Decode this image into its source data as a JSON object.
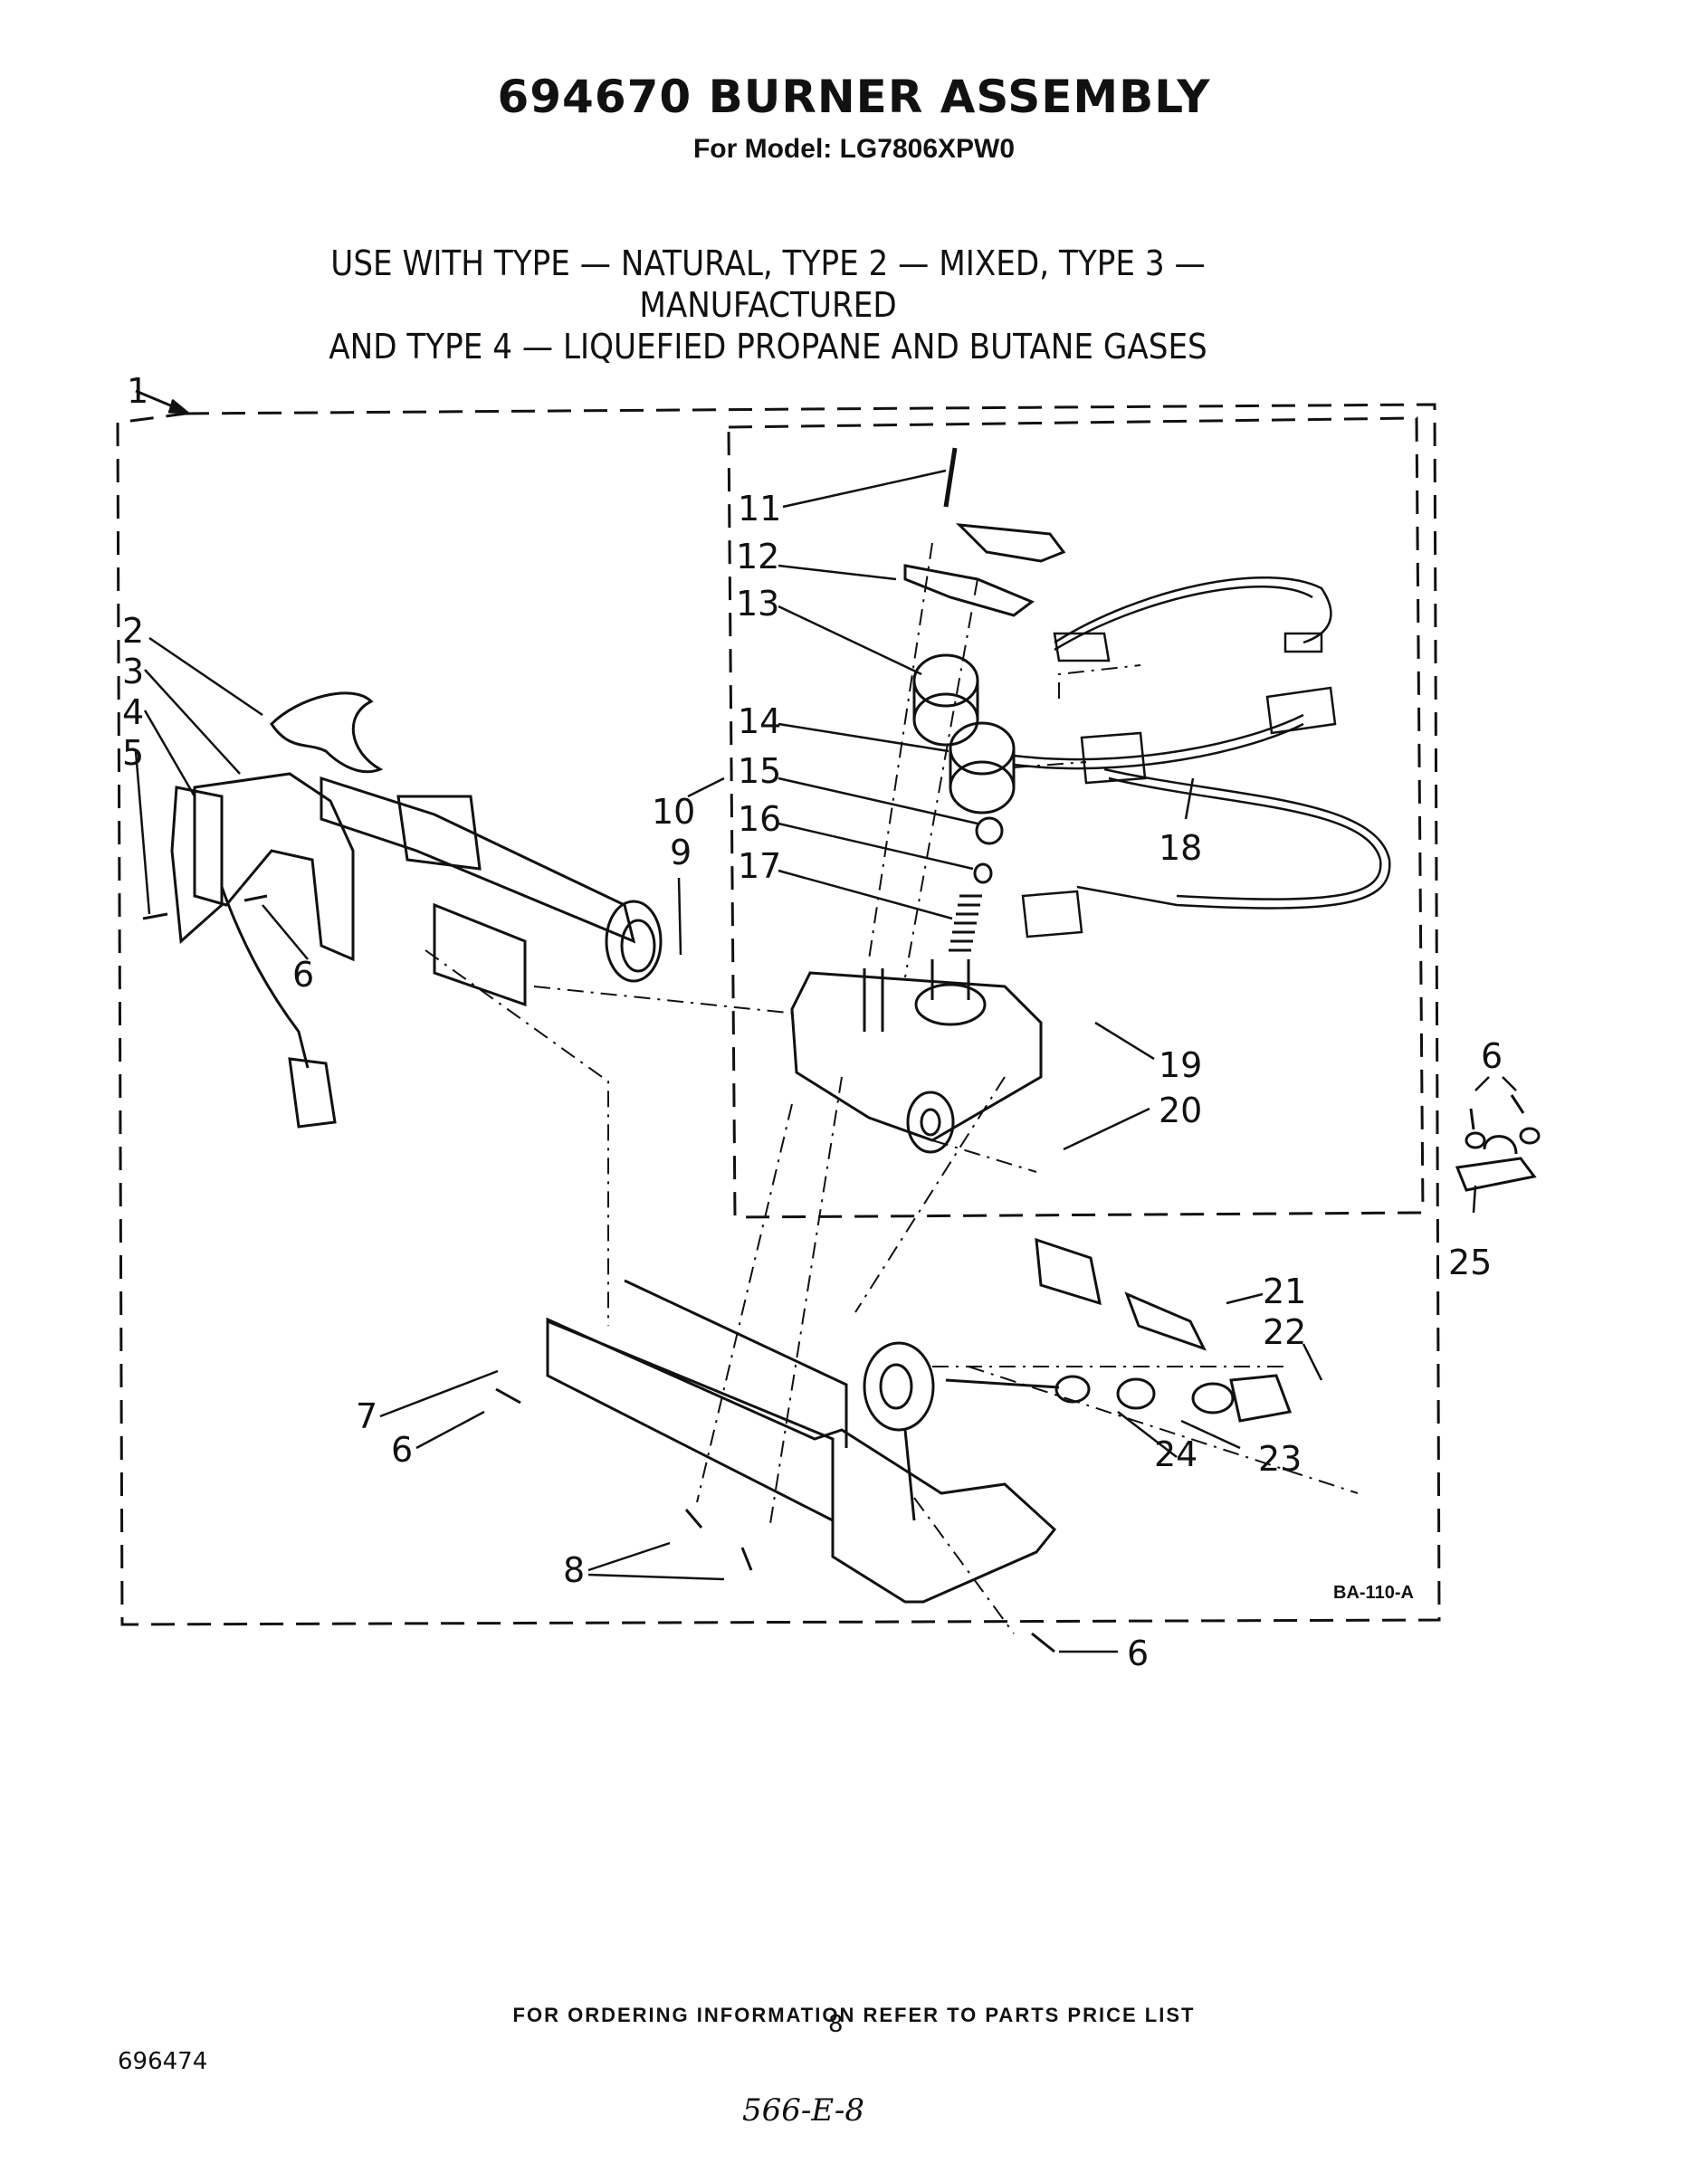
{
  "title": "694670 BURNER ASSEMBLY",
  "subtitle": "For Model: LG7806XPW0",
  "use_with": {
    "line1": "USE WITH TYPE  — NATURAL, TYPE 2 — MIXED, TYPE 3 — MANUFACTURED",
    "line2": "AND TYPE 4 — LIQUEFIED PROPANE AND BUTANE GASES"
  },
  "diagram": {
    "code": "BA-110-A",
    "callouts": [
      "1",
      "2",
      "3",
      "4",
      "5",
      "6",
      "7",
      "8",
      "9",
      "10",
      "11",
      "12",
      "13",
      "14",
      "15",
      "16",
      "17",
      "18",
      "19",
      "20",
      "21",
      "22",
      "23",
      "24",
      "25"
    ]
  },
  "footer": {
    "ordering_note": "FOR ORDERING INFORMATION REFER TO PARTS PRICE LIST",
    "document_number": "696474",
    "page_number": "8",
    "handwritten_note": "566-E-8"
  }
}
